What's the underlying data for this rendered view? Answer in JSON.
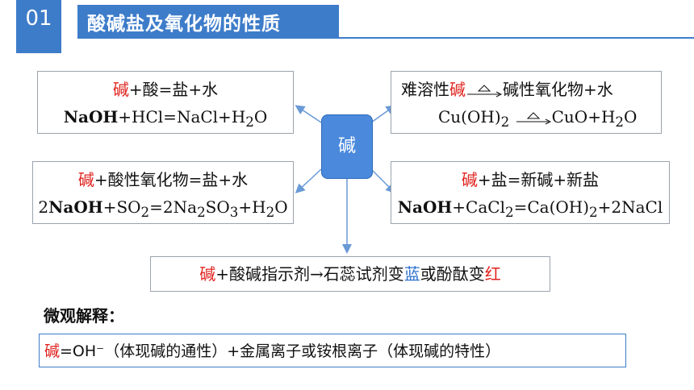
{
  "header": {
    "number": "01",
    "title": "酸碱盐及氧化物的性质"
  },
  "center_node": {
    "label": "碱"
  },
  "box_acid": {
    "line1": {
      "base": "碱",
      "rest": "+酸=盐+水"
    },
    "line2": {
      "naoh": "NaOH",
      "rest": "+HCl=NaCl+H",
      "sub": "2",
      "tail": "O"
    }
  },
  "box_insoluble": {
    "line1": {
      "prefix": "难溶性",
      "base": "碱",
      "rest": "碱性氧化物+水"
    },
    "line2": {
      "lhs": "Cu(OH)",
      "sub": "2",
      "rhs": "CuO+H",
      "sub2": "2",
      "tail": "O"
    }
  },
  "box_acidic_oxide": {
    "line1": {
      "base": "碱",
      "rest": "+酸性氧化物=盐+水"
    },
    "line2": {
      "coef": "2",
      "naoh": "NaOH",
      "p1": "+SO",
      "s1": "2",
      "p2": "=2Na",
      "s2": "2",
      "p3": "SO",
      "s3": "3",
      "p4": "+H",
      "s4": "2",
      "p5": "O"
    }
  },
  "box_salt": {
    "line1": {
      "base": "碱",
      "rest": "+盐=新碱+新盐"
    },
    "line2": {
      "naoh": "NaOH",
      "p1": "+CaCl",
      "s1": "2",
      "p2": "=Ca(OH)",
      "s2": "2",
      "p3": "+2NaCl"
    }
  },
  "box_indicator": {
    "base": "碱",
    "p1": "+酸碱指示剂→石蕊试剂变",
    "blue": "蓝",
    "p2": "或酚酞变",
    "red": "红"
  },
  "micro": {
    "label": "微观解释："
  },
  "summary": {
    "base": "碱",
    "rest": "=OH⁻（体现碱的通性）+金属离子或铵根离子（体现碱的特性）"
  },
  "colors": {
    "accent": "#3d7cc9",
    "red": "#e0221e",
    "blue": "#2b6fcf"
  }
}
